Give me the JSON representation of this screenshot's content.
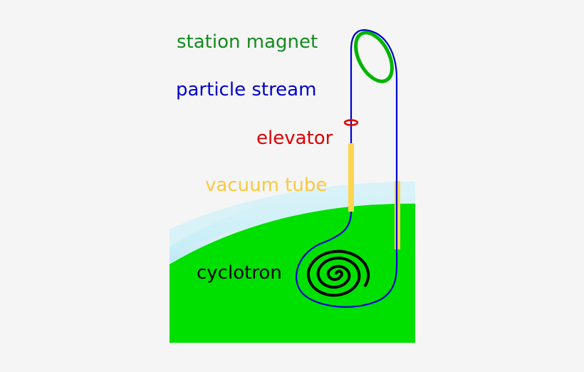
{
  "diagram": {
    "labels": {
      "station_magnet": "station magnet",
      "particle_stream": "particle stream",
      "elevator": "elevator",
      "vacuum_tube": "vacuum tube",
      "cyclotron": "cyclotron"
    },
    "colors": {
      "background": "#f5f5f5",
      "ground": "#00e000",
      "atmosphere": "#a0e4f8",
      "station_magnet": "#138a1e",
      "magnet_ring": "#00b400",
      "particle_stream": "#0000cc",
      "elevator": "#e00000",
      "vacuum_tube": "#ffd54f",
      "cyclotron": "#000000"
    }
  }
}
